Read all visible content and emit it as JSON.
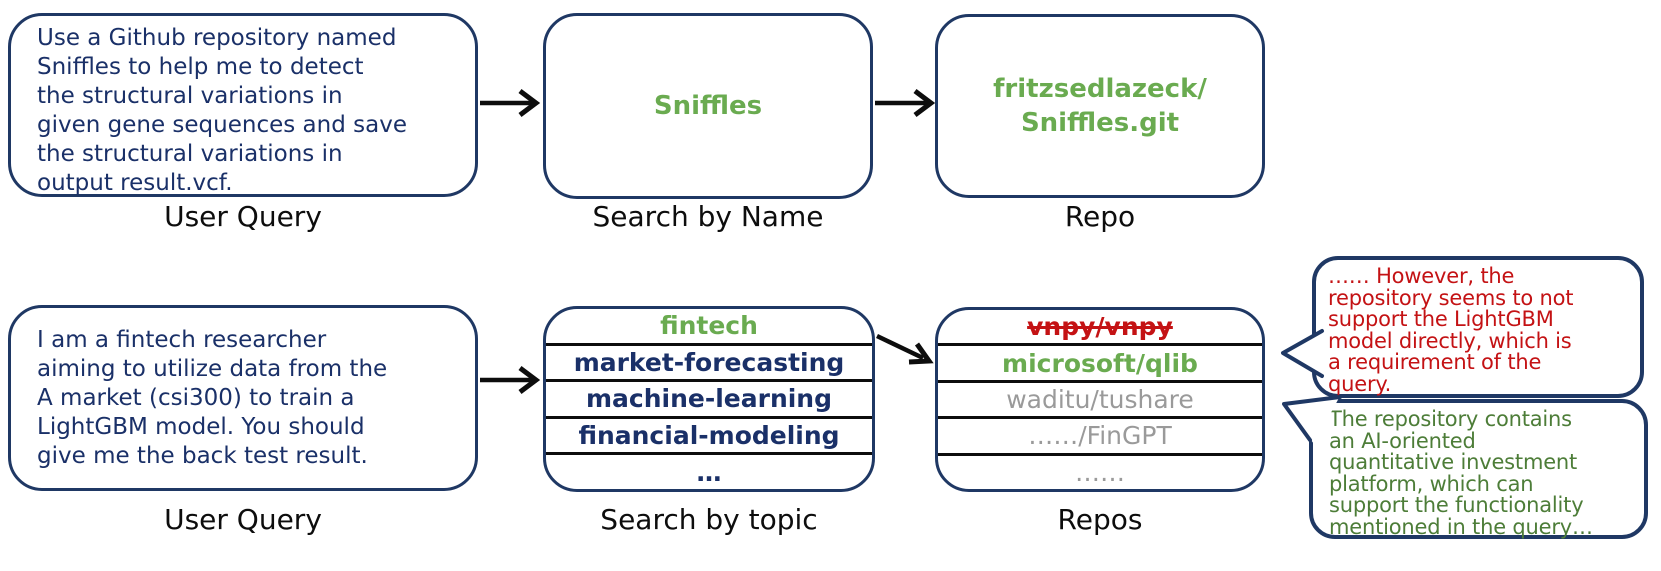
{
  "palette": {
    "outline_navy": "#1f3864",
    "text_navy": "#1a3068",
    "accent_green": "#6aab50",
    "bubble_green": "#4d7d38",
    "alert_red": "#c41214",
    "muted_gray": "#9a9a9a",
    "ink_black": "#0d0d0d"
  },
  "icons": {
    "arrow_right": "→",
    "bubble_tail": "speech-bubble pointer"
  },
  "flow_by_name": {
    "user_query": {
      "text": "Use a Github repository named\nSniffles to help me to detect\nthe structural variations in\ngiven gene sequences and save\nthe structural variations in\noutput result.vcf.",
      "label": "User Query"
    },
    "search": {
      "value": "Sniffles",
      "label": "Search by Name"
    },
    "repo": {
      "value": "fritzsedlazeck/\nSniffles.git",
      "label": "Repo"
    }
  },
  "flow_by_topic": {
    "user_query": {
      "text": "I am a fintech researcher\naiming to utilize data from the\nA market (csi300) to train a\nLightGBM model. You should\ngive me the back test result.",
      "label": "User Query"
    },
    "topics": {
      "label": "Search by topic",
      "rows": [
        {
          "label": "fintech",
          "status": "selected"
        },
        {
          "label": "market-forecasting",
          "status": "candidate"
        },
        {
          "label": "machine-learning",
          "status": "candidate"
        },
        {
          "label": "financial-modeling",
          "status": "candidate"
        },
        {
          "label": "…",
          "status": "more"
        }
      ]
    },
    "repos": {
      "label": "Repos",
      "rows": [
        {
          "label": "vnpy/vnpy",
          "status": "rejected"
        },
        {
          "label": "microsoft/qlib",
          "status": "accepted"
        },
        {
          "label": "waditu/tushare",
          "status": "candidate"
        },
        {
          "label": "……/FinGPT",
          "status": "candidate"
        },
        {
          "label": "……",
          "status": "more"
        }
      ]
    },
    "bubbles": {
      "rejection": "…… However, the\nrepository seems to not\nsupport the LightGBM\nmodel directly, which is\na requirement of the\nquery.",
      "acceptance": "The repository contains\nan AI-oriented\nquantitative investment\nplatform, which can\nsupport the functionality\nmentioned in the query…"
    }
  }
}
